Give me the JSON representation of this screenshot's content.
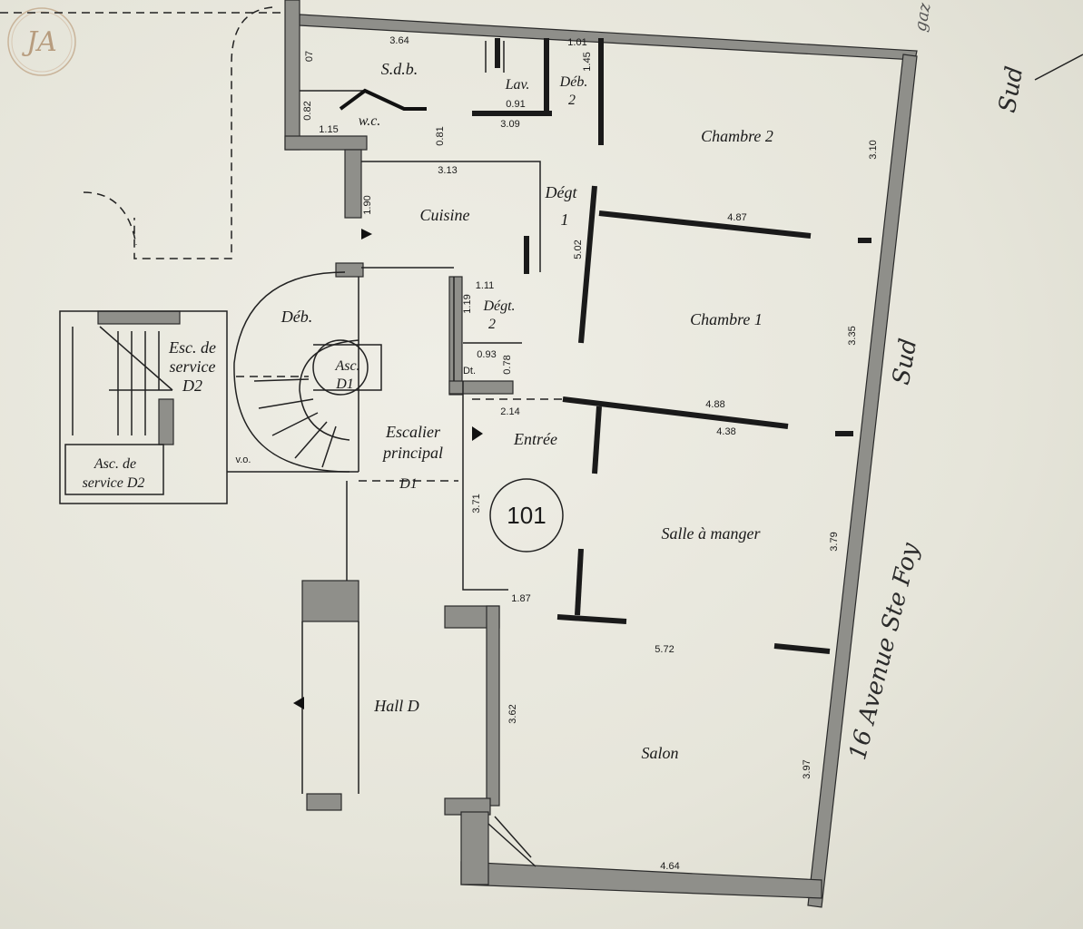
{
  "logo": {
    "letters": "JA"
  },
  "rooms": {
    "sdb": "S.d.b.",
    "lav": "Lav.",
    "deb2": "Déb.",
    "deb2_num": "2",
    "wc": "w.c.",
    "chambre2": "Chambre 2",
    "cuisine": "Cuisine",
    "degt1": "Dégt",
    "degt1_num": "1",
    "degt2": "Dégt.",
    "degt2_num": "2",
    "deb": "Déb.",
    "chambre1": "Chambre 1",
    "asc_d1_1": "Asc.",
    "asc_d1_2": "D1",
    "esc_service_1": "Esc. de",
    "esc_service_2": "service",
    "esc_service_3": "D2",
    "asc_service_1": "Asc. de",
    "asc_service_2": "service D2",
    "escalier_1": "Escalier",
    "escalier_2": "principal",
    "d1": "D1",
    "entree": "Entrée",
    "salle_a_manger": "Salle à manger",
    "hall_d": "Hall D",
    "salon": "Salon",
    "da": "Dt.",
    "vo": "v.o."
  },
  "apartment_number": "101",
  "dimensions": {
    "d364": "3.64",
    "d07": "07",
    "d101": "1.01",
    "d145": "1.45",
    "d091": "0.91",
    "d309": "3.09",
    "d082": "0.82",
    "d115": "1.15",
    "d081": "0.81",
    "d313": "3.13",
    "d190": "1.90",
    "d310": "3.10",
    "d487": "4.87",
    "d502": "5.02",
    "d111": "1.11",
    "d119": "1.19",
    "d335": "3.35",
    "d093": "0.93",
    "d078": "0.78",
    "d214": "2.14",
    "d488": "4.88",
    "d438": "4.38",
    "d371": "3.71",
    "d379": "3.79",
    "d187": "1.87",
    "d572": "5.72",
    "d362": "3.62",
    "d397": "3.97",
    "d464": "4.64"
  },
  "handwritten": {
    "sud_top": "Sud",
    "sud_right": "Sud",
    "avenue": "16 Avenue Ste Foy",
    "gaz": "gaz"
  }
}
